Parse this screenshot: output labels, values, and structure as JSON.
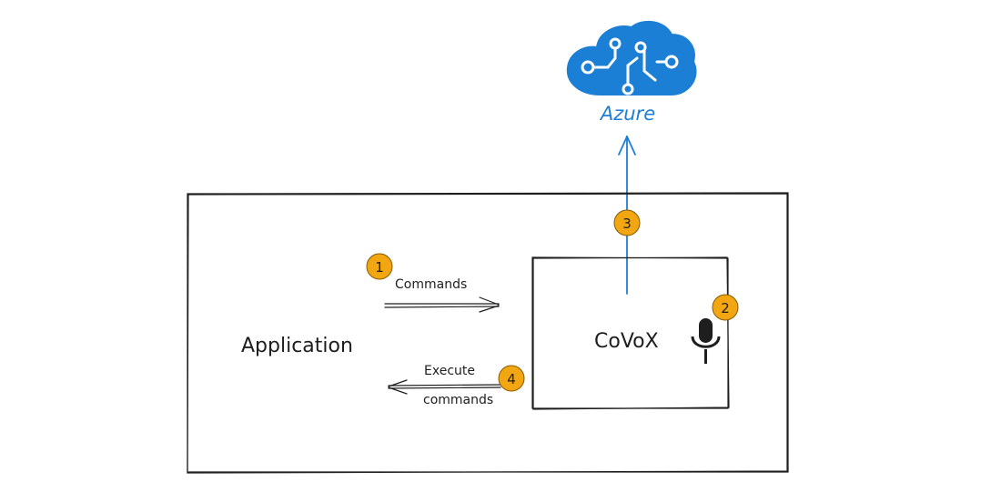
{
  "diagram": {
    "cloud_label": "Azure",
    "cloud_icon": "azure-brain-cloud-icon",
    "app_label": "Application",
    "covox_label": "CoVoX",
    "mic_icon": "microphone-icon",
    "arrow_commands_label": "Commands",
    "arrow_execute_label_line1": "Execute",
    "arrow_execute_label_line2": "commands",
    "badges": {
      "commands": "1",
      "microphone": "2",
      "azure_link": "3",
      "execute": "4"
    }
  },
  "colors": {
    "azure_blue": "#1C7FD6",
    "badge_fill": "#F2A712",
    "badge_stroke": "#8A5A00",
    "stroke": "#1e1e1e"
  }
}
